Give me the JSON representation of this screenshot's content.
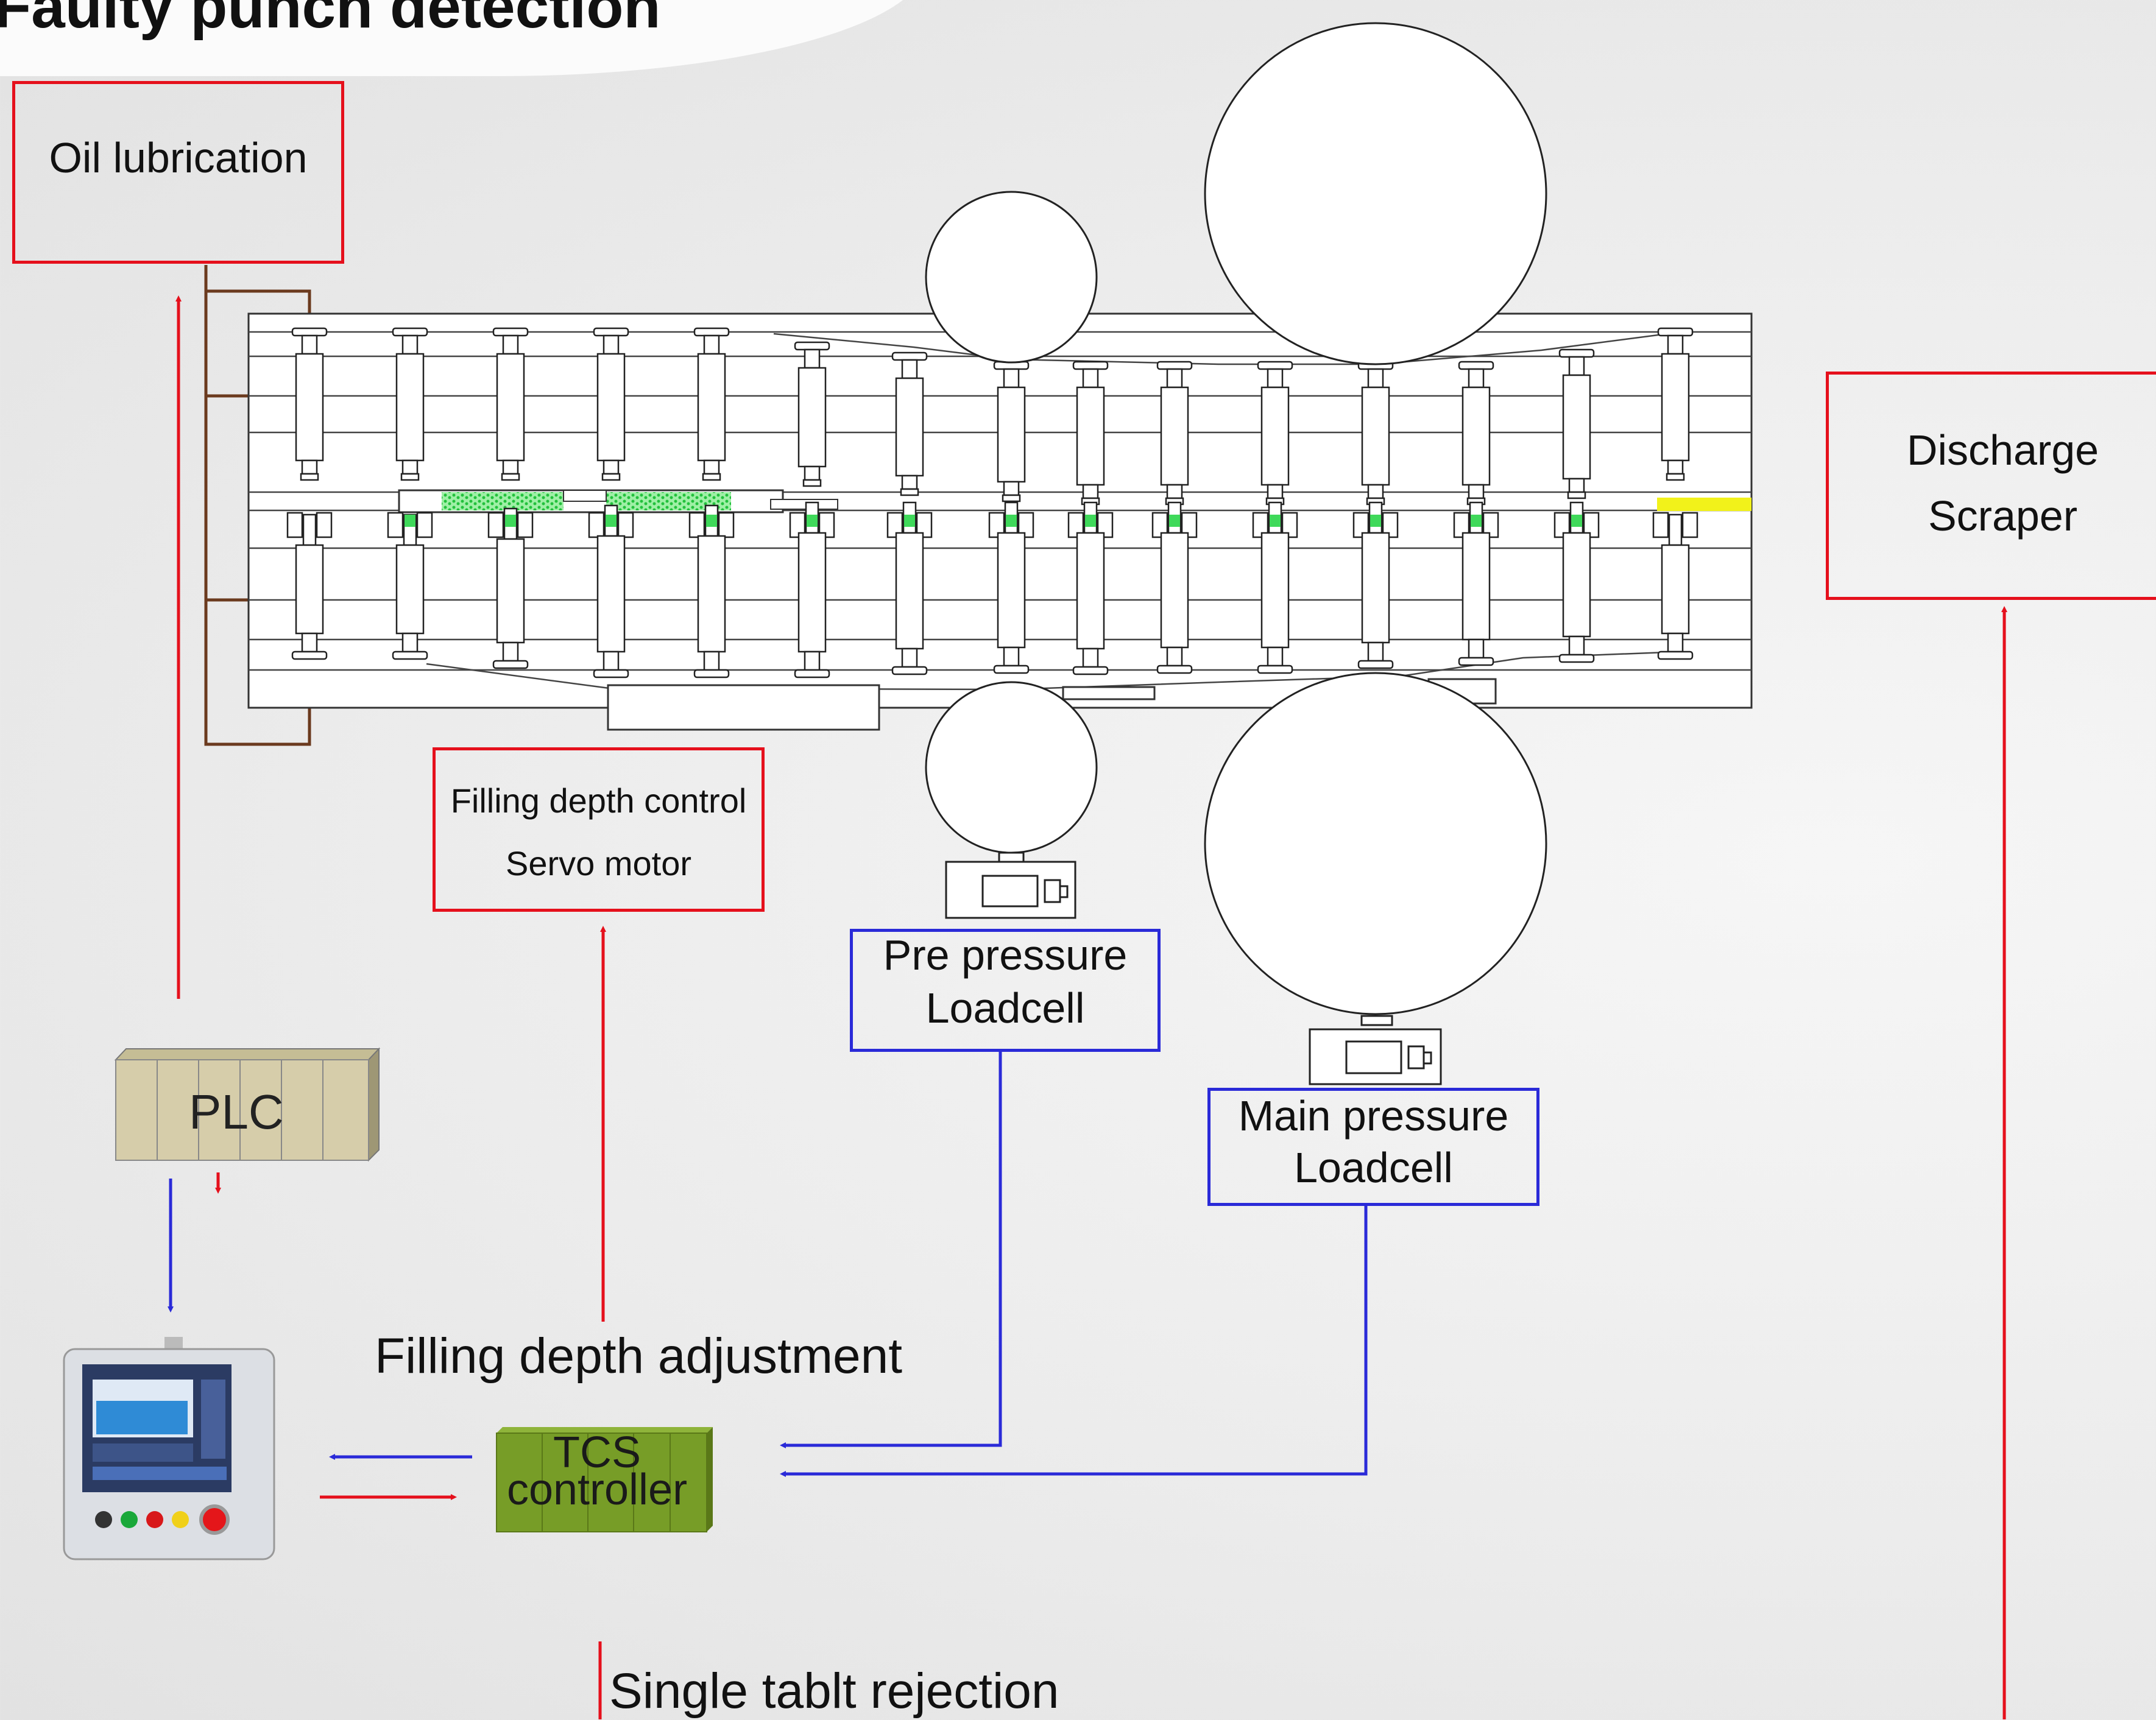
{
  "title": "Faulty punch detection",
  "boxes": {
    "oil_lubrication": "Oil lubrication",
    "discharge_scraper_line1": "Discharge",
    "discharge_scraper_line2": "Scraper",
    "filling_depth_line1": "Filling depth control",
    "filling_depth_line2": "Servo motor",
    "pre_pressure_line1": "Pre pressure",
    "pre_pressure_line2": "Loadcell",
    "main_pressure_line1": "Main pressure",
    "main_pressure_line2": "Loadcell"
  },
  "devices": {
    "plc": "PLC",
    "tcs_line1": "TCS",
    "tcs_line2": "controller"
  },
  "annotations": {
    "filling_depth_adjustment": "Filling depth adjustment",
    "single_tablet_rejection": "Single tablt rejection"
  },
  "colors": {
    "red_line": "#e5101c",
    "blue_line": "#2a2ad8",
    "brown_line": "#6b3a1e",
    "powder_green": "#3fd95a",
    "tablet_yellow": "#f2f21a"
  }
}
